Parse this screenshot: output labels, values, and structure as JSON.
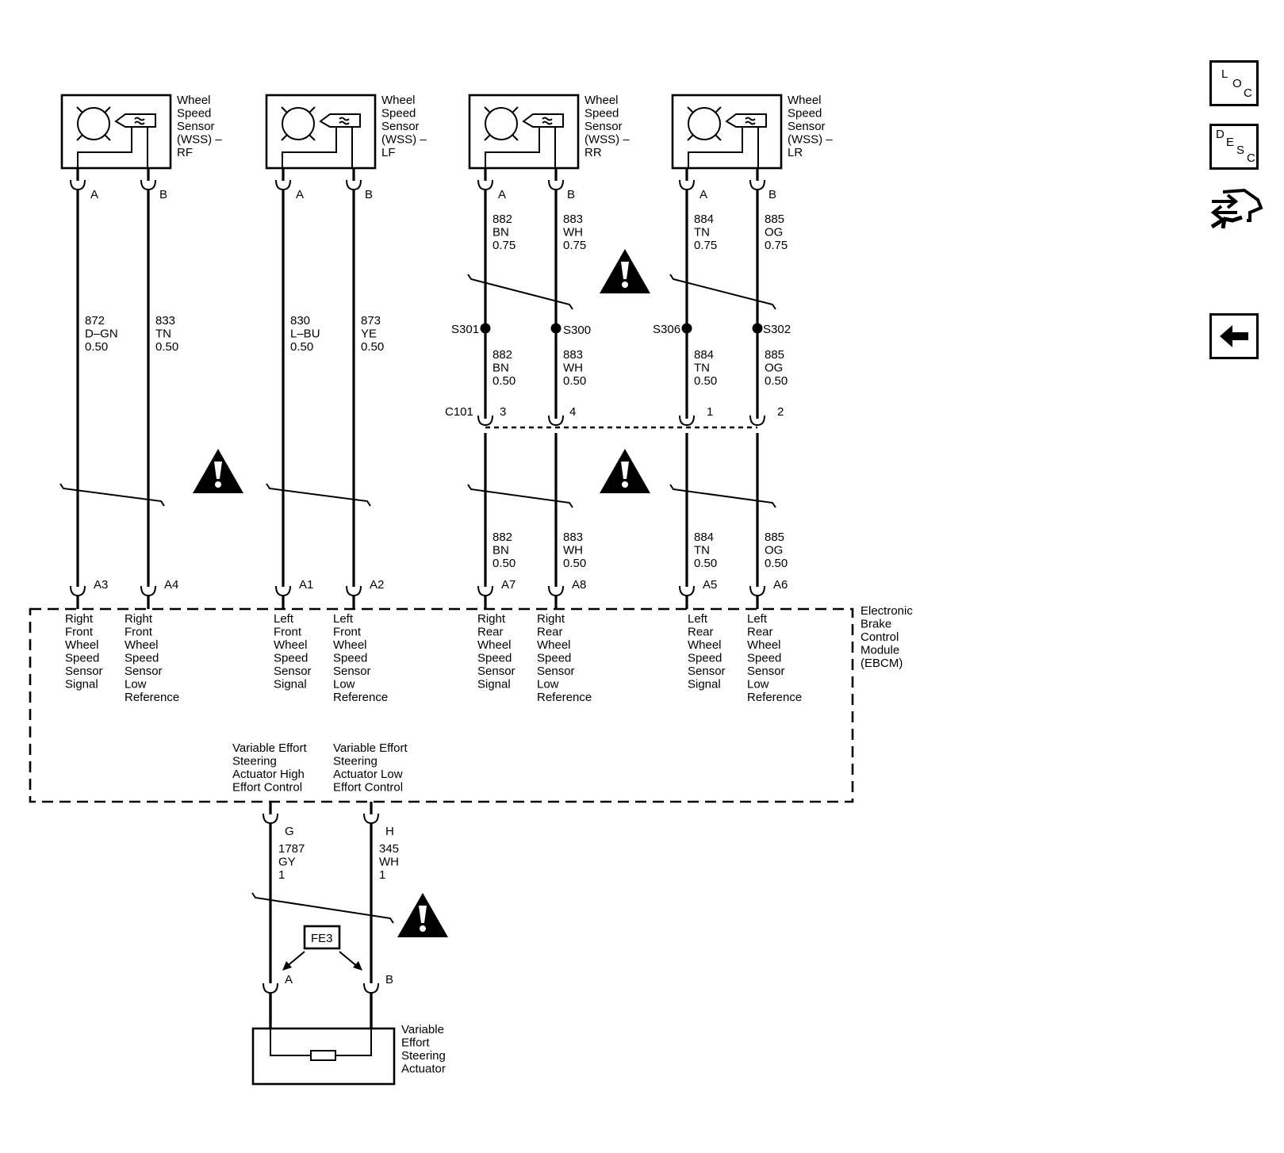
{
  "sensors": [
    {
      "name": [
        "Wheel",
        "Speed",
        "Sensor",
        "(WSS) –",
        "RF"
      ],
      "pins": [
        "A",
        "B"
      ]
    },
    {
      "name": [
        "Wheel",
        "Speed",
        "Sensor",
        "(WSS) –",
        "LF"
      ],
      "pins": [
        "A",
        "B"
      ]
    },
    {
      "name": [
        "Wheel",
        "Speed",
        "Sensor",
        "(WSS) –",
        "RR"
      ],
      "pins": [
        "A",
        "B"
      ]
    },
    {
      "name": [
        "Wheel",
        "Speed",
        "Sensor",
        "(WSS) –",
        "LR"
      ],
      "pins": [
        "A",
        "B"
      ]
    }
  ],
  "front_wires": [
    {
      "circuit": "872",
      "color": "D–GN",
      "gauge": "0.50"
    },
    {
      "circuit": "833",
      "color": "TN",
      "gauge": "0.50"
    },
    {
      "circuit": "830",
      "color": "L–BU",
      "gauge": "0.50"
    },
    {
      "circuit": "873",
      "color": "YE",
      "gauge": "0.50"
    }
  ],
  "rear_wires_upper": [
    {
      "circuit": "882",
      "color": "BN",
      "gauge": "0.75"
    },
    {
      "circuit": "883",
      "color": "WH",
      "gauge": "0.75"
    },
    {
      "circuit": "884",
      "color": "TN",
      "gauge": "0.75"
    },
    {
      "circuit": "885",
      "color": "OG",
      "gauge": "0.75"
    }
  ],
  "splices": [
    "S301",
    "S300",
    "S306",
    "S302"
  ],
  "rear_wires_middle": [
    {
      "circuit": "882",
      "color": "BN",
      "gauge": "0.50"
    },
    {
      "circuit": "883",
      "color": "WH",
      "gauge": "0.50"
    },
    {
      "circuit": "884",
      "color": "TN",
      "gauge": "0.50"
    },
    {
      "circuit": "885",
      "color": "OG",
      "gauge": "0.50"
    }
  ],
  "connector_c101": {
    "name": "C101",
    "pins": [
      "3",
      "4",
      "1",
      "2"
    ]
  },
  "rear_wires_lower": [
    {
      "circuit": "882",
      "color": "BN",
      "gauge": "0.50"
    },
    {
      "circuit": "883",
      "color": "WH",
      "gauge": "0.50"
    },
    {
      "circuit": "884",
      "color": "TN",
      "gauge": "0.50"
    },
    {
      "circuit": "885",
      "color": "OG",
      "gauge": "0.50"
    }
  ],
  "ebcm": {
    "name": [
      "Electronic",
      "Brake",
      "Control",
      "Module",
      "(EBCM)"
    ],
    "pins": [
      "A3",
      "A4",
      "A1",
      "A2",
      "A7",
      "A8",
      "A5",
      "A6"
    ],
    "inputs": [
      [
        "Right",
        "Front",
        "Wheel",
        "Speed",
        "Sensor",
        "Signal"
      ],
      [
        "Right",
        "Front",
        "Wheel",
        "Speed",
        "Sensor",
        "Low",
        "Reference"
      ],
      [
        "Left",
        "Front",
        "Wheel",
        "Speed",
        "Sensor",
        "Signal"
      ],
      [
        "Left",
        "Front",
        "Wheel",
        "Speed",
        "Sensor",
        "Low",
        "Reference"
      ],
      [
        "Right",
        "Rear",
        "Wheel",
        "Speed",
        "Sensor",
        "Signal"
      ],
      [
        "Right",
        "Rear",
        "Wheel",
        "Speed",
        "Sensor",
        "Low",
        "Reference"
      ],
      [
        "Left",
        "Rear",
        "Wheel",
        "Speed",
        "Sensor",
        "Signal"
      ],
      [
        "Left",
        "Rear",
        "Wheel",
        "Speed",
        "Sensor",
        "Low",
        "Reference"
      ]
    ],
    "outputs": [
      [
        "Variable Effort",
        "Steering",
        "Actuator High",
        "Effort Control"
      ],
      [
        "Variable Effort",
        "Steering",
        "Actuator Low",
        "Effort Control"
      ]
    ],
    "output_pins": [
      "G",
      "H"
    ]
  },
  "actuator_wires": [
    {
      "circuit": "1787",
      "color": "GY",
      "gauge": "1"
    },
    {
      "circuit": "345",
      "color": "WH",
      "gauge": "1"
    }
  ],
  "option_label": "FE3",
  "actuator": {
    "name": [
      "Variable",
      "Effort",
      "Steering",
      "Actuator"
    ],
    "pins": [
      "A",
      "B"
    ]
  },
  "nav": {
    "loc": [
      "L",
      "O",
      "C"
    ],
    "desc": [
      "D",
      "E",
      "S",
      "C"
    ]
  }
}
